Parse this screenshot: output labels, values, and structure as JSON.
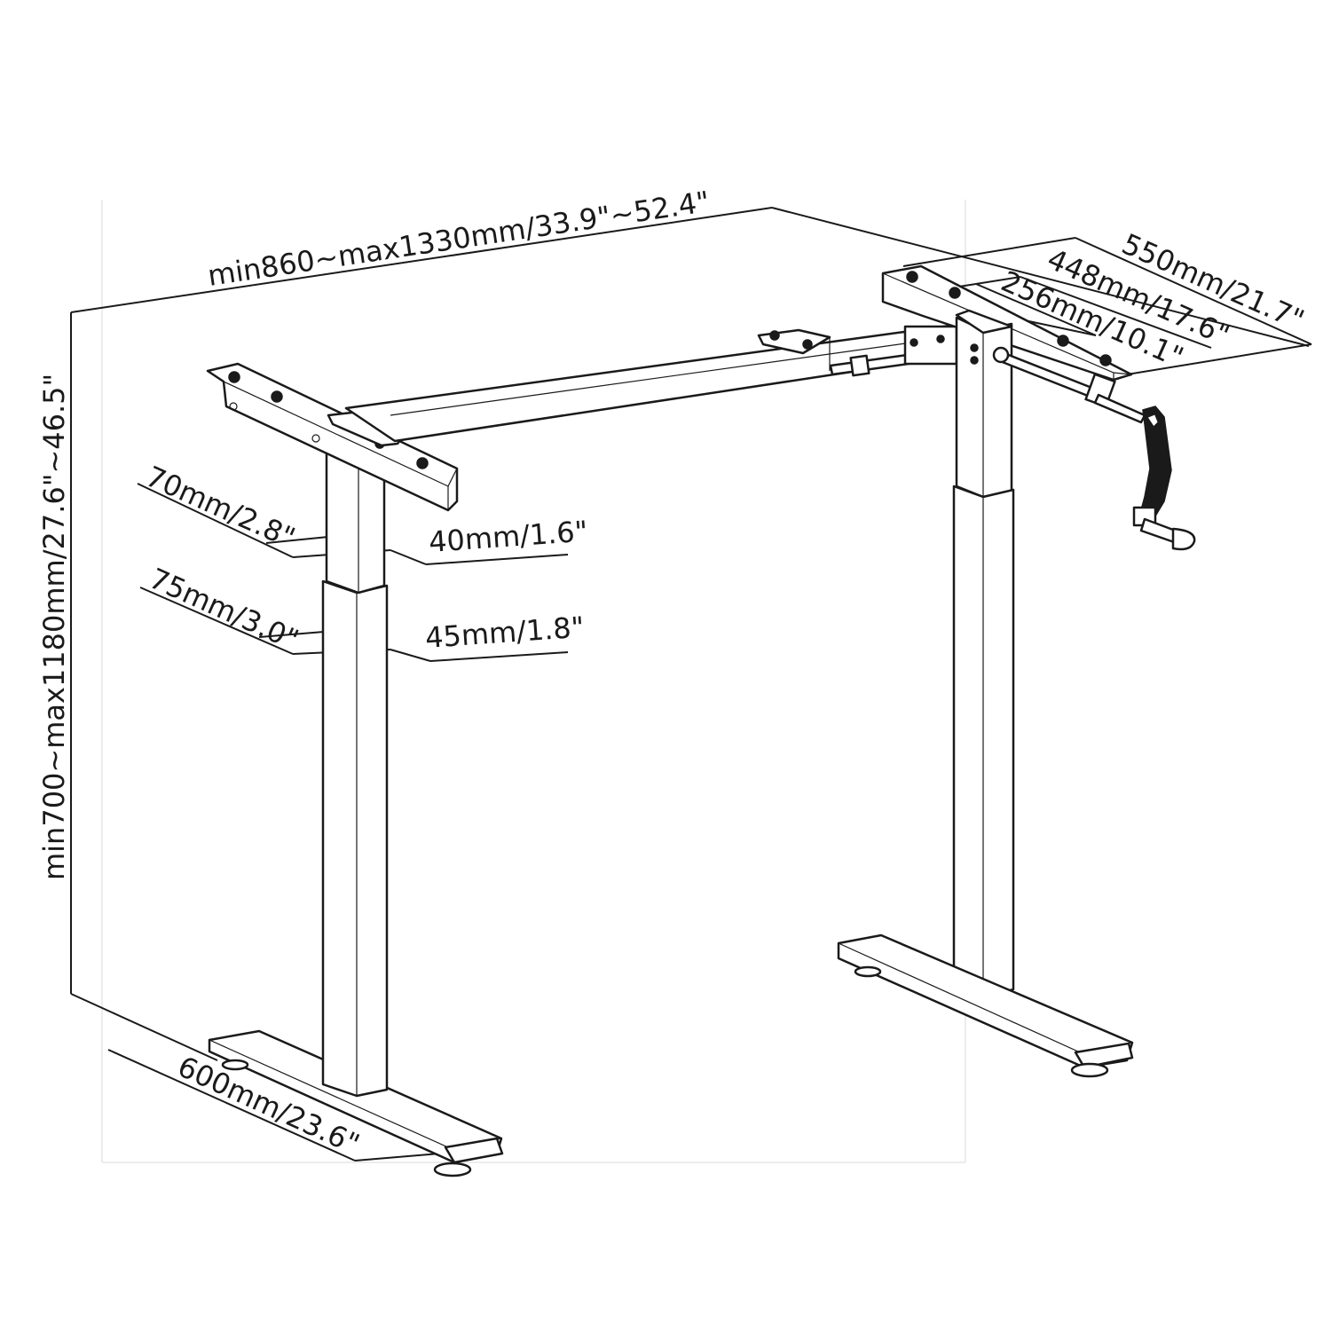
{
  "dimensions": {
    "width_range": "min860~max1330mm/33.9\"~52.4\"",
    "height_range": "min700~max1180mm/27.6\"~46.5\"",
    "foot_length": "600mm/23.6\"",
    "bracket_550": "550mm/21.7\"",
    "bracket_448": "448mm/17.6\"",
    "bracket_256": "256mm/10.1\"",
    "outer_column_depth": "70mm/2.8\"",
    "outer_column_width": "40mm/1.6\"",
    "inner_column_depth": "75mm/3.0\"",
    "inner_column_width": "45mm/1.8\""
  }
}
